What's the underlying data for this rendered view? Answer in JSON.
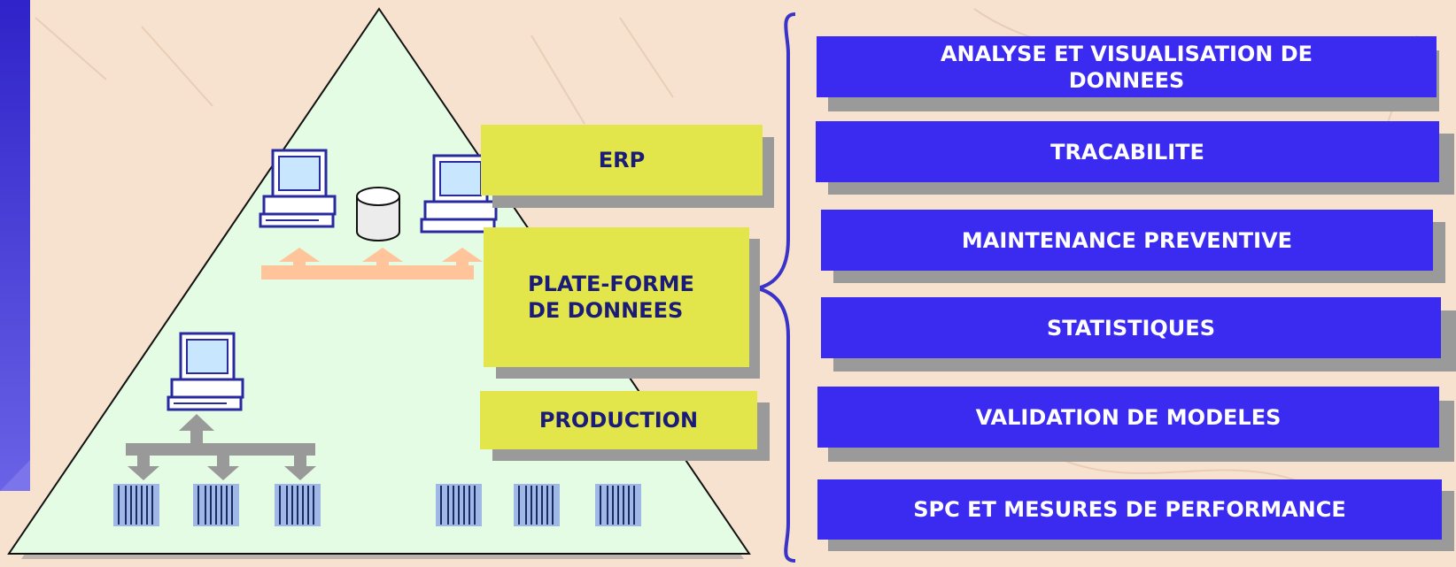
{
  "layers": [
    {
      "id": "erp",
      "label": "ERP"
    },
    {
      "id": "platform",
      "label": "PLATE-FORME\nDE DONNEES"
    },
    {
      "id": "production",
      "label": "PRODUCTION"
    }
  ],
  "applications": [
    "ANALYSE ET VISUALISATION DE\nDONNEES",
    "TRACABILITE",
    "MAINTENANCE PREVENTIVE",
    "STATISTIQUES",
    "VALIDATION DE MODELES",
    "SPC ET MESURES DE PERFORMANCE"
  ],
  "colors": {
    "triangle_fill": "#e4fbe4",
    "layer_box": "#e2e64b",
    "layer_text": "#1b1b7a",
    "app_box": "#3b2bf0",
    "app_text": "#ffffff",
    "brace": "#3a33c8",
    "left_bar": "#4a3fd8",
    "arrow_orange": "#ffc49a",
    "arrow_grey": "#999999"
  },
  "icons": [
    "computer-icon",
    "database-icon",
    "plc-rack-icon",
    "arrow-up-icon",
    "arrow-down-icon"
  ]
}
